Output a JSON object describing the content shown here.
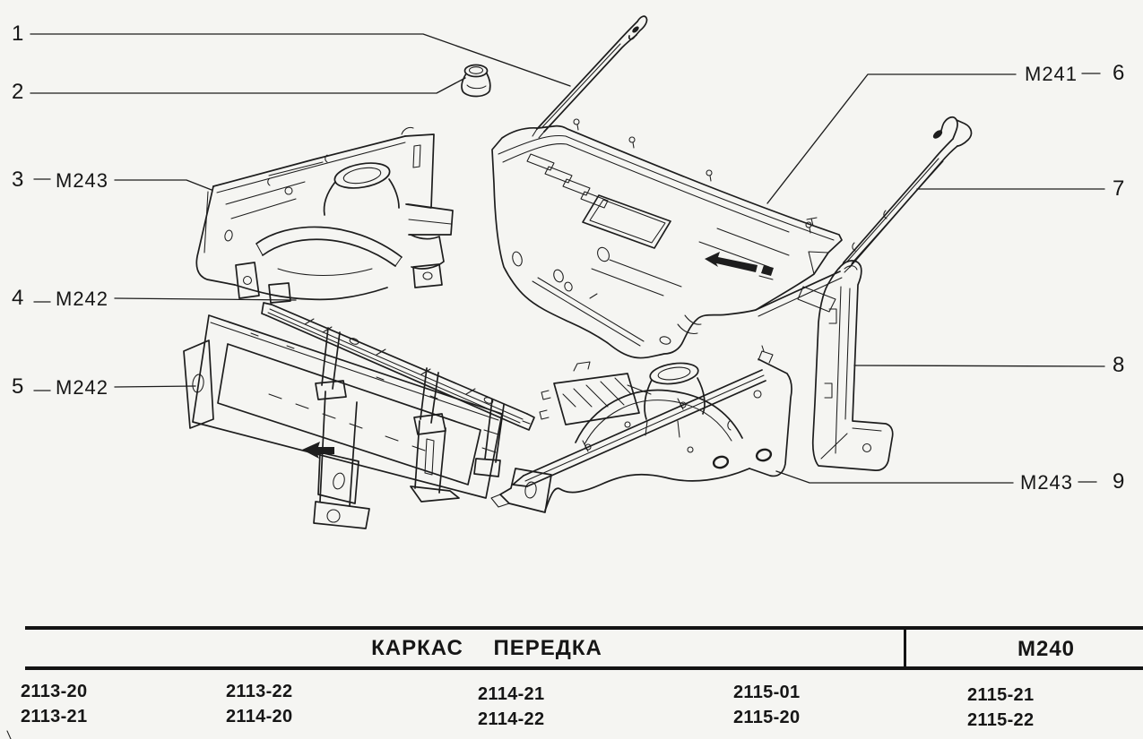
{
  "page": {
    "background": "#f5f5f2",
    "ink": "#1d1d1d"
  },
  "callouts": [
    {
      "num": "1"
    },
    {
      "num": "2"
    },
    {
      "num": "3",
      "code": "M243"
    },
    {
      "num": "4",
      "code": "M242"
    },
    {
      "num": "5",
      "code": "M242"
    },
    {
      "num": "6",
      "code": "M241"
    },
    {
      "num": "7"
    },
    {
      "num": "8"
    },
    {
      "num": "9",
      "code": "M243"
    }
  ],
  "table": {
    "title": "КАРКАС ПЕРЕДКА",
    "section_code": "M240",
    "models": [
      [
        "2113-20",
        "2113-22",
        "2114-21",
        "2115-01",
        "2115-21"
      ],
      [
        "2113-21",
        "2114-20",
        "2114-22",
        "2115-20",
        "2115-22"
      ]
    ]
  }
}
